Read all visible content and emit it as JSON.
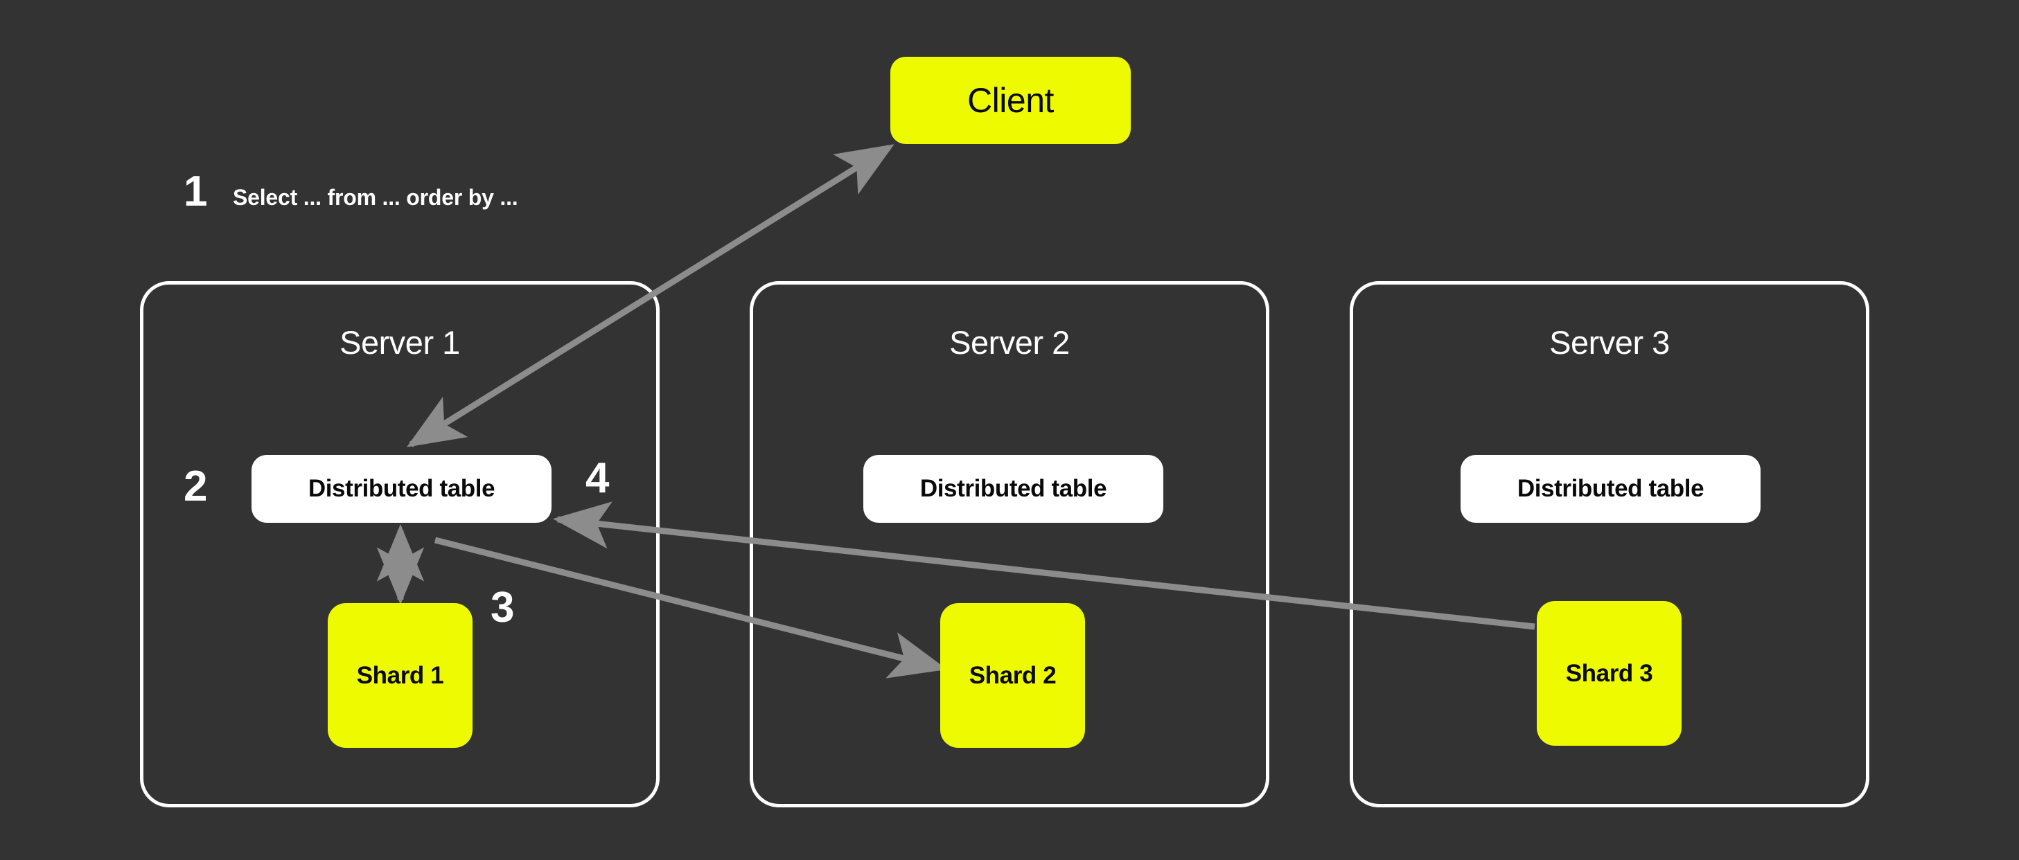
{
  "diagram": {
    "title": "Distributed table query routing across shards",
    "background_color": "#333333",
    "accent_color": "#EDFA00",
    "panel_border_color": "#FFFFFF",
    "arrow_color": "#8C8C8C"
  },
  "client": {
    "label": "Client"
  },
  "query": {
    "step_number": "1",
    "text": "Select ... from ... order by ..."
  },
  "steps": {
    "step2": "2",
    "step3": "3",
    "step4": "4"
  },
  "servers": [
    {
      "title": "Server 1",
      "distributed_table": "Distributed table",
      "shard": "Shard 1"
    },
    {
      "title": "Server 2",
      "distributed_table": "Distributed table",
      "shard": "Shard 2"
    },
    {
      "title": "Server 3",
      "distributed_table": "Distributed table",
      "shard": "Shard 3"
    }
  ],
  "flows": [
    {
      "id": "client-to-distributed-table",
      "step": "1",
      "from": "Client",
      "to": "Server 1 / Distributed table",
      "direction": "bidirectional"
    },
    {
      "id": "distributed-table-to-shard-1",
      "step": "2",
      "from": "Server 1 / Distributed table",
      "to": "Server 1 / Shard 1",
      "direction": "bidirectional"
    },
    {
      "id": "distributed-table-to-shard-2",
      "step": "3",
      "from": "Server 1 / Distributed table",
      "to": "Server 2 / Shard 2",
      "direction": "forward"
    },
    {
      "id": "shard-3-to-distributed-table",
      "step": "4",
      "from": "Server 3 / Shard 3",
      "to": "Server 1 / Distributed table",
      "direction": "forward"
    }
  ]
}
